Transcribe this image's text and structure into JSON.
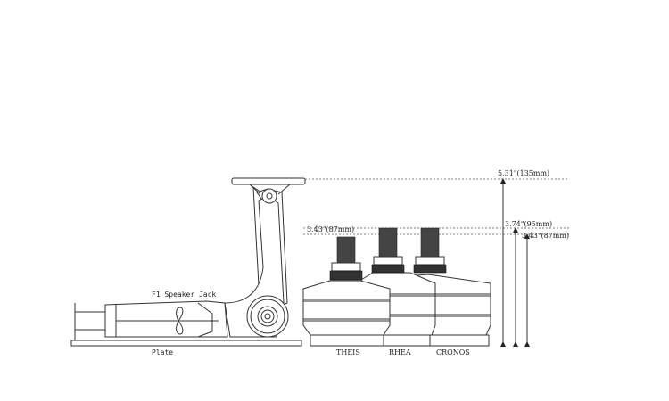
{
  "diagram": {
    "dimensions": {
      "height_max": "5.31\"(135mm)",
      "height_mid": "3.74\"(95mm)",
      "height_low_right": "3.43\"(87mm)",
      "height_low_left": "3.43\"(87mm)"
    },
    "labels": {
      "jack": "F1 Speaker Jack",
      "plate": "Plate"
    },
    "products": [
      "THEIS",
      "RHEA",
      "CRONOS"
    ]
  }
}
